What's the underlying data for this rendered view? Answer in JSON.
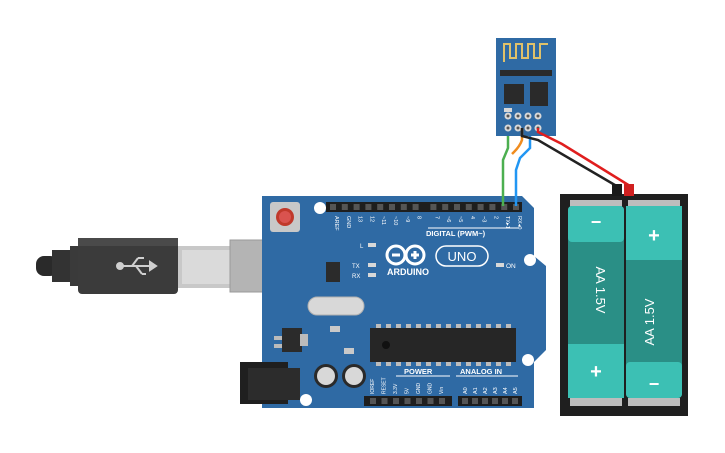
{
  "arduino": {
    "brand": "ARDUINO",
    "model": "UNO",
    "digital_label": "DIGITAL (PWM~)",
    "power_label": "POWER",
    "analog_label": "ANALOG IN",
    "on_label": "ON",
    "led_l": "L",
    "led_tx": "TX",
    "led_rx": "RX",
    "digital_pins": [
      "AREF",
      "GND",
      "13",
      "12",
      "~11",
      "~10",
      "~9",
      "8",
      "7",
      "~6",
      "~5",
      "4",
      "~3",
      "2",
      "TX▸1",
      "RX◂0"
    ],
    "power_pins": [
      "IOREF",
      "RESET",
      "3.3V",
      "5V",
      "GND",
      "GND",
      "Vin"
    ],
    "analog_pins": [
      "A0",
      "A1",
      "A2",
      "A3",
      "A4",
      "A5"
    ],
    "board_color": "#2f6aa4"
  },
  "battery": {
    "cell1": {
      "label": "AA 1.5V",
      "top_symbol": "−",
      "bottom_symbol": "+"
    },
    "cell2": {
      "label": "AA 1.5V",
      "top_symbol": "+",
      "bottom_symbol": "−"
    },
    "cell_color": "#3cc0b4"
  },
  "wires": {
    "green": "#4caf50",
    "blue": "#2196f3",
    "orange": "#f08c1e",
    "red": "#e01e1e",
    "black": "#222222"
  }
}
